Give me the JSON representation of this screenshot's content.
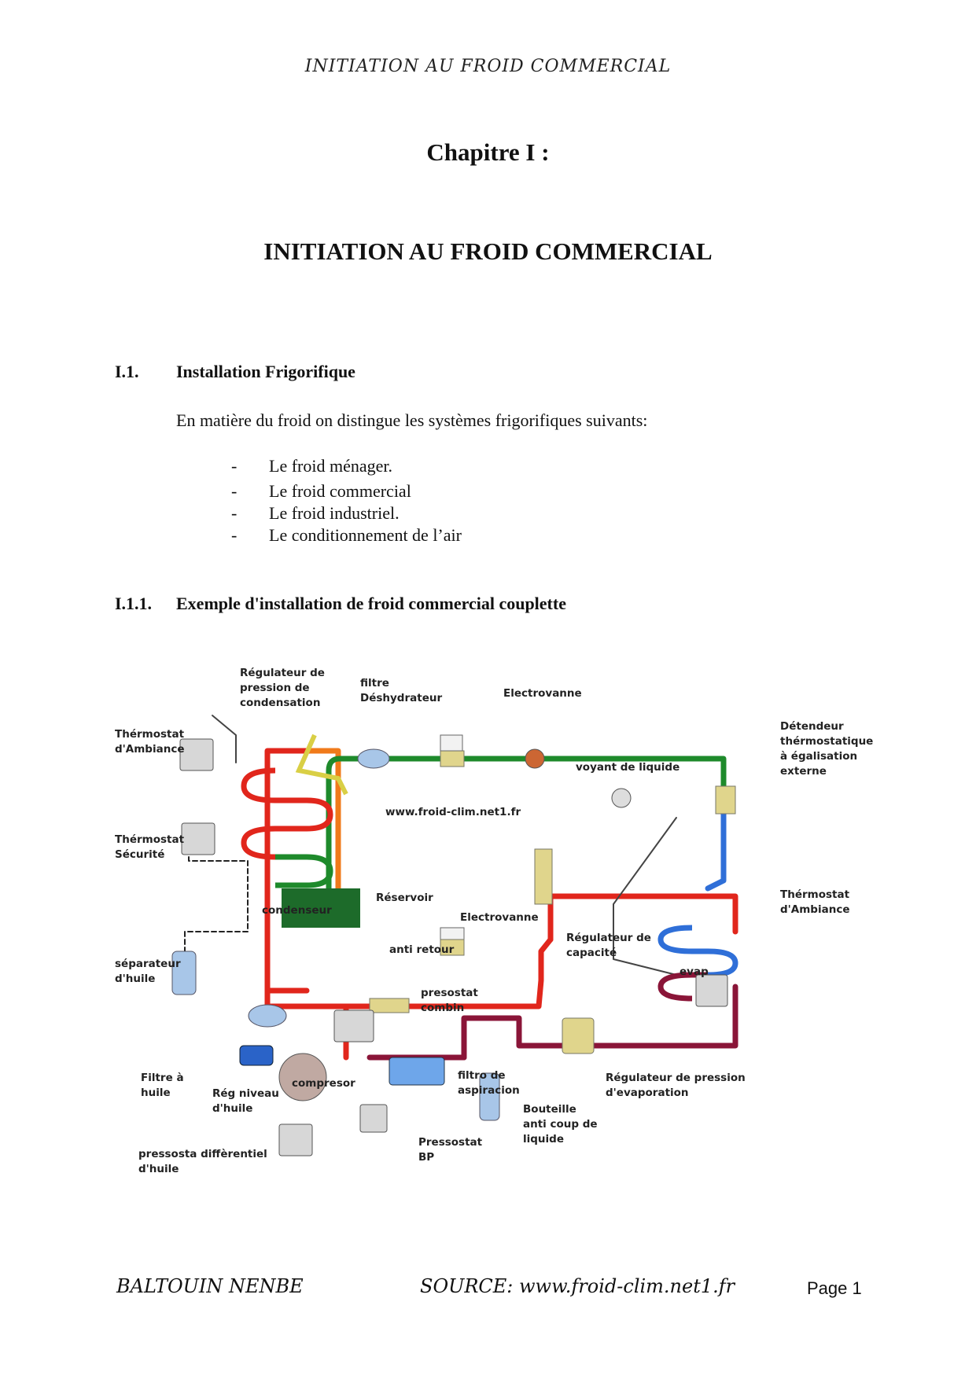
{
  "header": {
    "running_title": "INITIATION AU FROID COMMERCIAL"
  },
  "chapter": {
    "label": "Chapitre I :",
    "title": "INITIATION AU FROID COMMERCIAL"
  },
  "section": {
    "number": "I.1.",
    "title": "Installation Frigorifique",
    "intro": "En matière du froid on distingue les systèmes frigorifiques suivants:",
    "list": [
      "Le froid ménager.",
      "Le froid commercial",
      "Le froid industriel.",
      "Le conditionnement de l’air"
    ],
    "bullet": "-"
  },
  "subsection": {
    "number": "I.1.1.",
    "title": "Exemple d'installation de froid commercial couplette"
  },
  "diagram": {
    "watermark": "www.froid-clim.net1.fr",
    "labels": {
      "reg_condensation": [
        "Régulateur de",
        "pression de",
        "condensation"
      ],
      "filtre": [
        "filtre",
        "Déshydrateur"
      ],
      "electrovanne_top": [
        "Electrovanne"
      ],
      "detendeur": [
        "Détendeur",
        "thérmostatique",
        "à égalisation",
        "externe"
      ],
      "thermostat_ambiance_left": [
        "Thérmostat",
        "d'Ambiance"
      ],
      "voyant": [
        "voyant de liquide"
      ],
      "thermostat_securite": [
        "Thérmostat",
        "Sécurité"
      ],
      "condenseur": [
        "condenseur"
      ],
      "reservoir": [
        "Réservoir"
      ],
      "electrovanne_mid": [
        "Electrovanne"
      ],
      "thermostat_ambiance_right": [
        "Thérmostat",
        "d'Ambiance"
      ],
      "reg_capacite": [
        "Régulateur de",
        "capacité"
      ],
      "anti_retour": [
        "anti retour"
      ],
      "separateur": [
        "séparateur",
        "d'huile"
      ],
      "evap": [
        "evap"
      ],
      "pressostat_combin": [
        "presostat",
        "combin"
      ],
      "filtre_huile": [
        "Filtre à",
        "huile"
      ],
      "reg_niveau": [
        "Rég niveau",
        "d'huile"
      ],
      "compresor": [
        "compresor"
      ],
      "filtro": [
        "filtro de",
        "aspiracion"
      ],
      "reg_evaporation": [
        "Régulateur de pression",
        "d'evaporation"
      ],
      "bouteille": [
        "Bouteille",
        "anti coup de",
        "liquide"
      ],
      "pressostat_bp": [
        "Pressostat",
        "BP"
      ],
      "pressostat_diff": [
        "pressosta diffèrentiel",
        "d'huile"
      ]
    },
    "colors": {
      "hot_gas": "#e1261c",
      "liquid": "#1e8a2b",
      "suction": "#8a1538",
      "cold": "#2f6fd8",
      "discharge_orange": "#f07a1a"
    }
  },
  "footer": {
    "author": "BALTOUIN NENBE",
    "source": "SOURCE: www.froid-clim.net1.fr",
    "page": "Page 1"
  }
}
